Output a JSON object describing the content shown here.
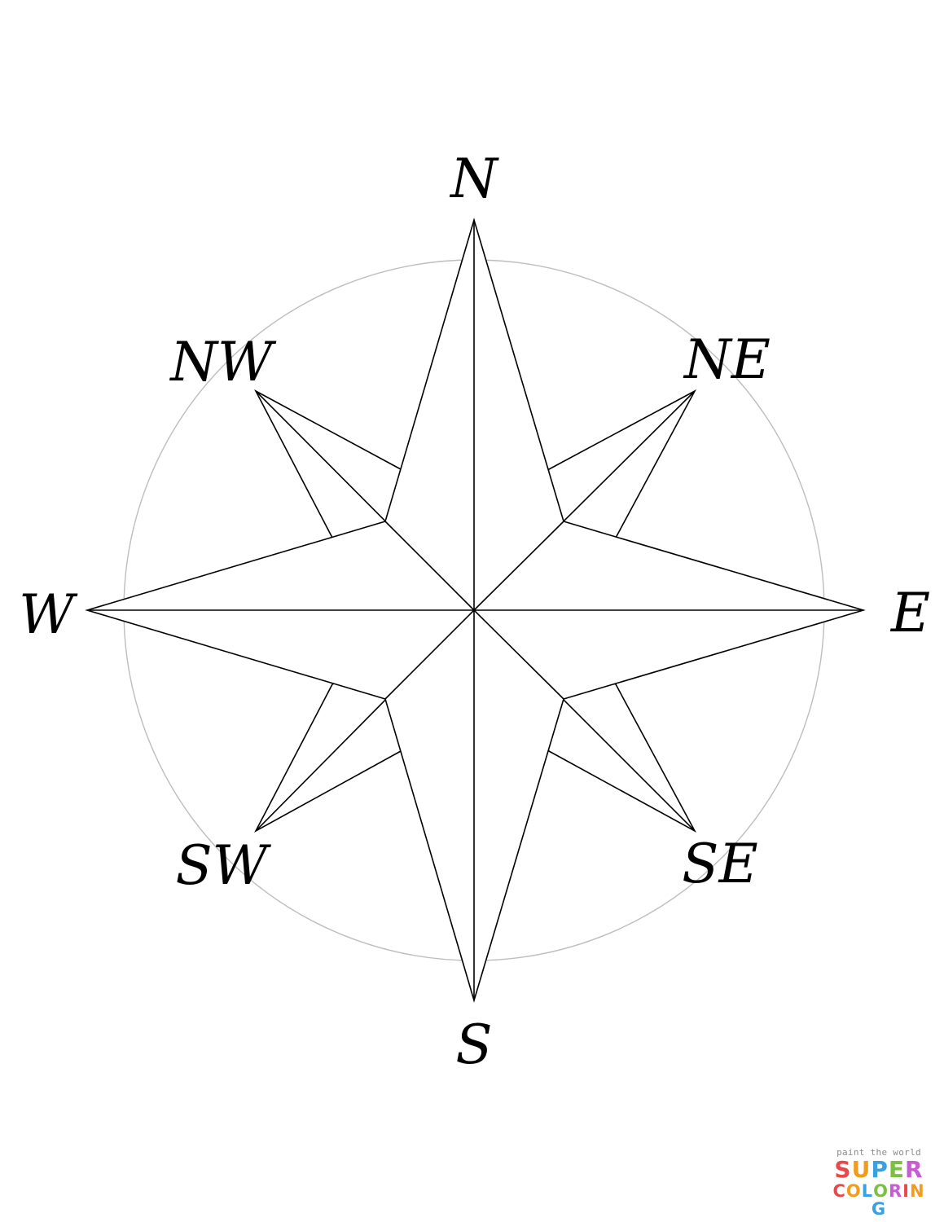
{
  "compass": {
    "labels": {
      "n": "N",
      "ne": "NE",
      "e": "E",
      "se": "SE",
      "s": "S",
      "sw": "SW",
      "w": "W",
      "nw": "NW"
    },
    "colors": {
      "lines": "#000000",
      "ring": "#bdbdbd",
      "background": "#ffffff"
    }
  },
  "watermark": {
    "tagline": "paint the world",
    "line1": "SUPER",
    "line2": "COLORING",
    "colors": [
      "#e84a4a",
      "#f29b1d",
      "#3aa0e0",
      "#7cc043",
      "#c45fd0",
      "#e84a4a",
      "#f29b1d",
      "#3aa0e0"
    ]
  }
}
